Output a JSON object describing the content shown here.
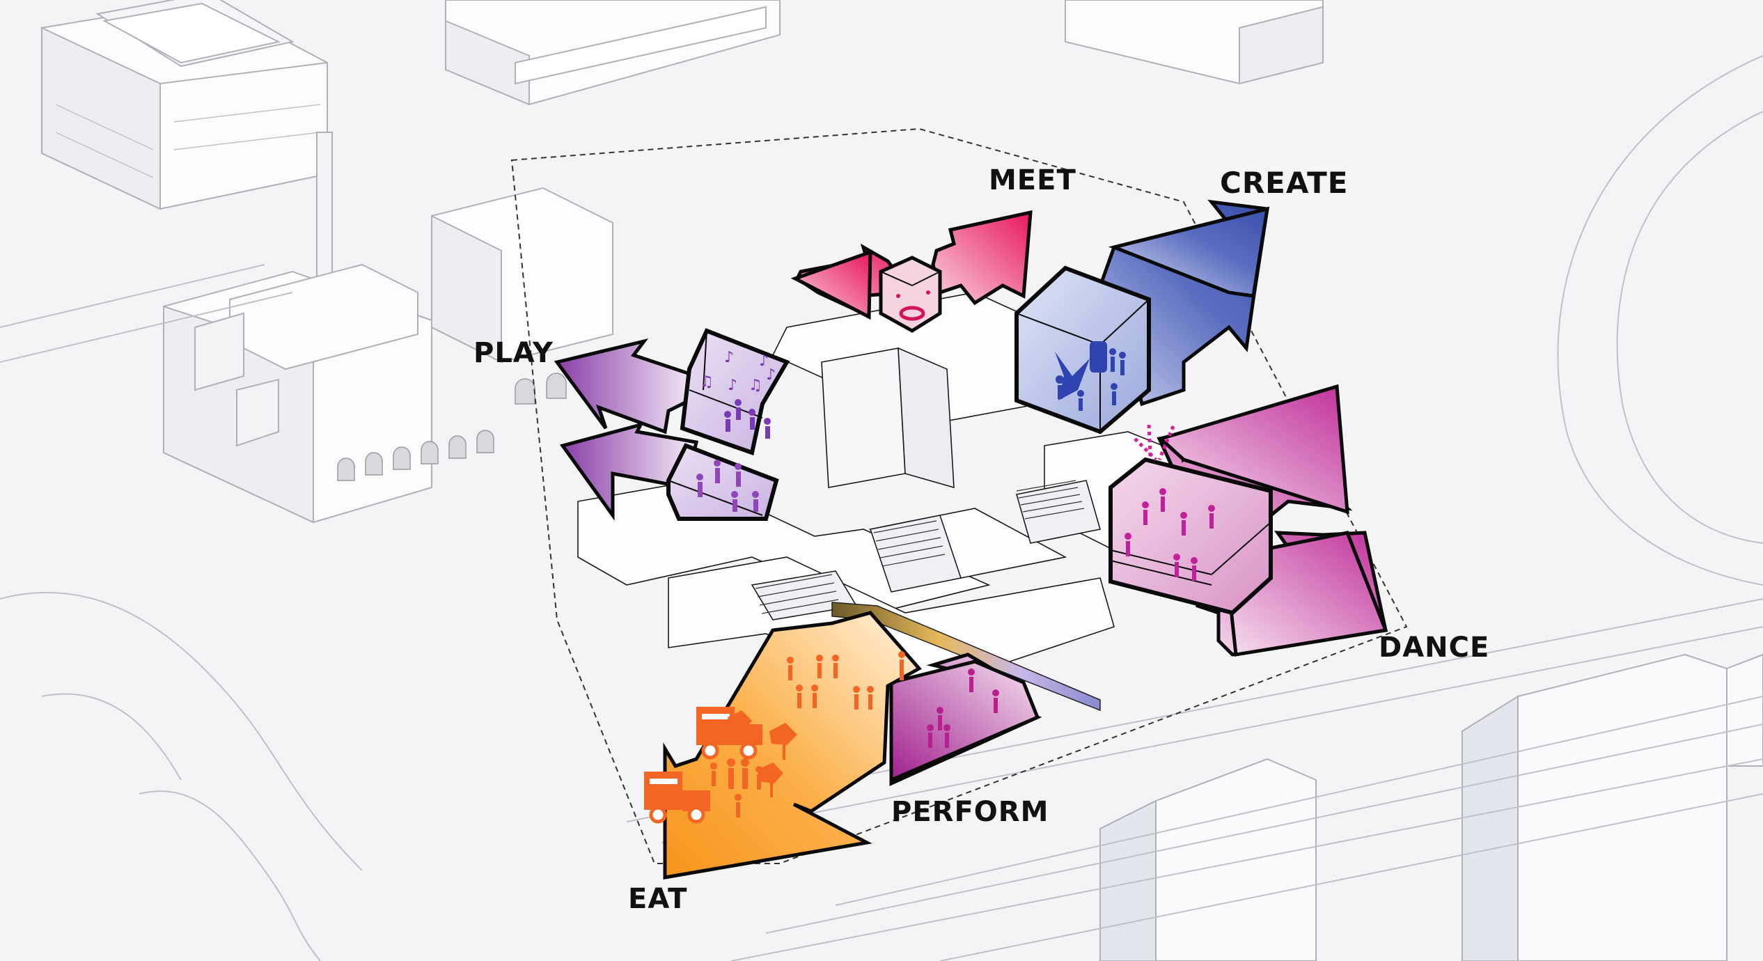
{
  "diagram": {
    "labels": {
      "meet": "MEET",
      "create": "CREATE",
      "play": "PLAY",
      "dance": "DANCE",
      "perform": "PERFORM",
      "eat": "EAT"
    },
    "colors": {
      "meet": "#e8185c",
      "create": "#3a4fa8",
      "play": "#8a3fa8",
      "dance": "#c0309a",
      "perform": "#b32c9e",
      "eat": "#f7941d",
      "eat_icons": "#f26522",
      "outline": "#0a0a0a",
      "context_lines": "#b8b8c0",
      "background": "#f4f4f6"
    }
  }
}
